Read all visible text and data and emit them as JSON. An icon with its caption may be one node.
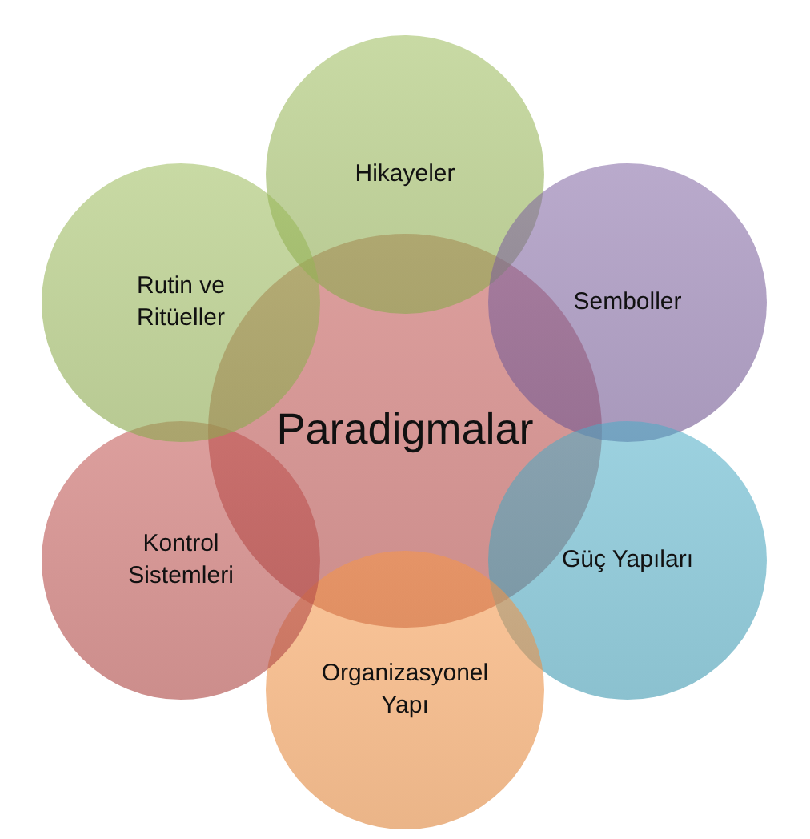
{
  "diagram": {
    "nodes": [
      {
        "text": [
          "Paradigmalar"
        ]
      },
      {
        "text": [
          "Hikayeler"
        ]
      },
      {
        "text": [
          "Semboller"
        ]
      },
      {
        "text": [
          "Güç Yapıları"
        ]
      },
      {
        "text": [
          "Organizasyonel Yapı"
        ]
      },
      {
        "text": [
          "Kontrol Sistemleri"
        ]
      },
      {
        "text": [
          "Rutin ve Ritüeller"
        ]
      }
    ]
  }
}
